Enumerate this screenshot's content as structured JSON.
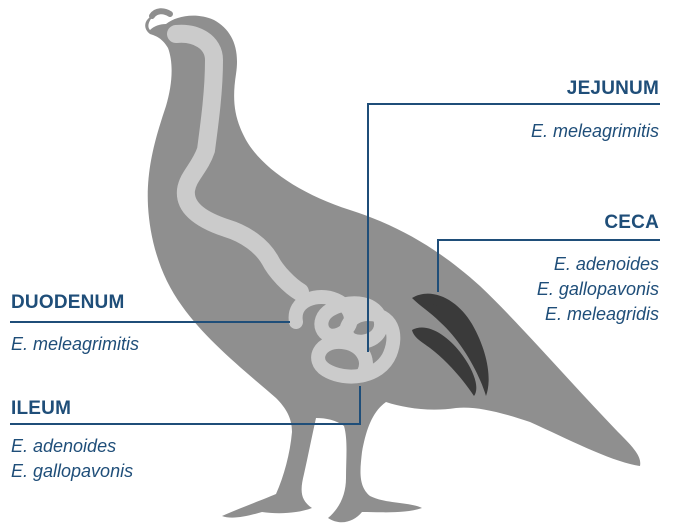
{
  "colors": {
    "accent_line": "#1f4e79",
    "label_text": "#1f4e79",
    "bird_body": "#8f8f8f",
    "intestine": "#cbcbcb",
    "ceca": "#3a3a3a"
  },
  "sections": {
    "jejunum": {
      "title": "JEJUNUM",
      "species": [
        "E. meleagrimitis"
      ]
    },
    "ceca": {
      "title": "CECA",
      "species": [
        "E. adenoides",
        "E. gallopavonis",
        "E. meleagridis"
      ]
    },
    "duodenum": {
      "title": "DUODENUM",
      "species": [
        "E. meleagrimitis"
      ]
    },
    "ileum": {
      "title": "ILEUM",
      "species": [
        "E. adenoides",
        "E. gallopavonis"
      ]
    }
  }
}
